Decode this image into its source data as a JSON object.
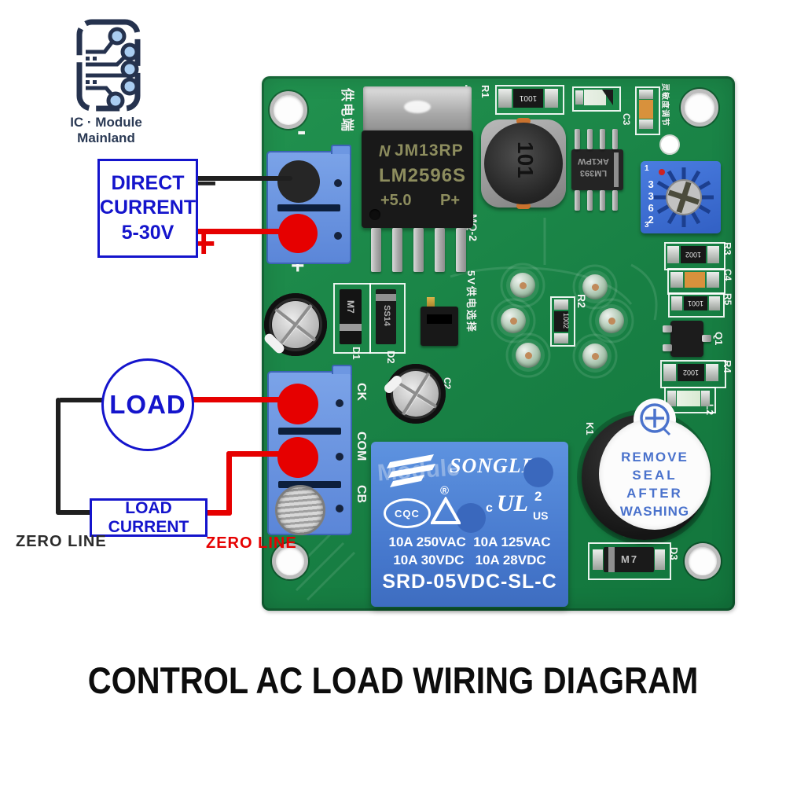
{
  "logo": {
    "brand_line1": "IC · Module",
    "brand_line2": "Mainland"
  },
  "title": "CONTROL AC LOAD WIRING DIAGRAM",
  "annotations": {
    "direct_current_line1": "DIRECT",
    "direct_current_line2": "CURRENT",
    "direct_current_line3": "5-30V",
    "minus_symbol": "−",
    "plus_symbol": "+",
    "load_label": "LOAD",
    "load_current_label": "LOAD CURRENT",
    "zero_line_black": "ZERO LINE",
    "zero_line_red": "ZERO LINE",
    "watermark": "Module"
  },
  "pcb": {
    "silkscreen": {
      "power_terminal_cn": "供电端",
      "minus": "-",
      "plus": "+",
      "r1": "R1",
      "r2": "R2",
      "r3": "R3",
      "r4": "R4",
      "r5": "R5",
      "c2": "C2",
      "c3": "C3",
      "c4": "C4",
      "d1": "D1",
      "d2": "D2",
      "d3": "D3",
      "q1": "Q1",
      "k1": "K1",
      "l2": "L2",
      "ck": "CK",
      "com": "COM",
      "cb": "CB",
      "mq2": "MQ-2",
      "power_select_cn": "5V供电选择",
      "sensitivity_cn": "灵敏度调节"
    },
    "regulator": {
      "logo": "N",
      "line1": "JM13RP",
      "line2": "LM2596S",
      "line3_left": "+5.0",
      "line3_right": "P+"
    },
    "inductor_value": "101",
    "comparator": {
      "line1": "LM393",
      "line2": "AK1PW"
    },
    "potentiometer": {
      "model_digits": "3362",
      "pin1": "1",
      "pin3": "3"
    },
    "resistor_values": {
      "r1": "1001",
      "r2": "1002",
      "r3": "1002",
      "r4": "1002",
      "r5": "1001"
    },
    "diode_values": {
      "d1": "M7",
      "d2": "SS14",
      "d3": "M7"
    },
    "relay": {
      "brand": "SONGLE",
      "registered": "®",
      "cqc": "CQC",
      "ul_c": "c",
      "ul_mark": "UL",
      "ul_2": "2",
      "ul_us": "US",
      "rating_row1_left": "10A 250VAC",
      "rating_row1_right": "10A 125VAC",
      "rating_row2_left": "10A 30VDC",
      "rating_row2_right": "10A 28VDC",
      "model": "SRD-05VDC-SL-C"
    },
    "buzzer": {
      "line1": "REMOVE",
      "line2": "SEAL",
      "line3": "AFTER",
      "line4": "WASHING"
    }
  },
  "colors": {
    "pcb_green": "#1d8f4d",
    "annotation_blue": "#1414cc",
    "wire_red": "#e60000",
    "wire_black": "#1f1f1f",
    "terminal_blue": "#6b97e2",
    "relay_blue": "#4a7dd6",
    "pot_blue": "#3a6cd6"
  }
}
